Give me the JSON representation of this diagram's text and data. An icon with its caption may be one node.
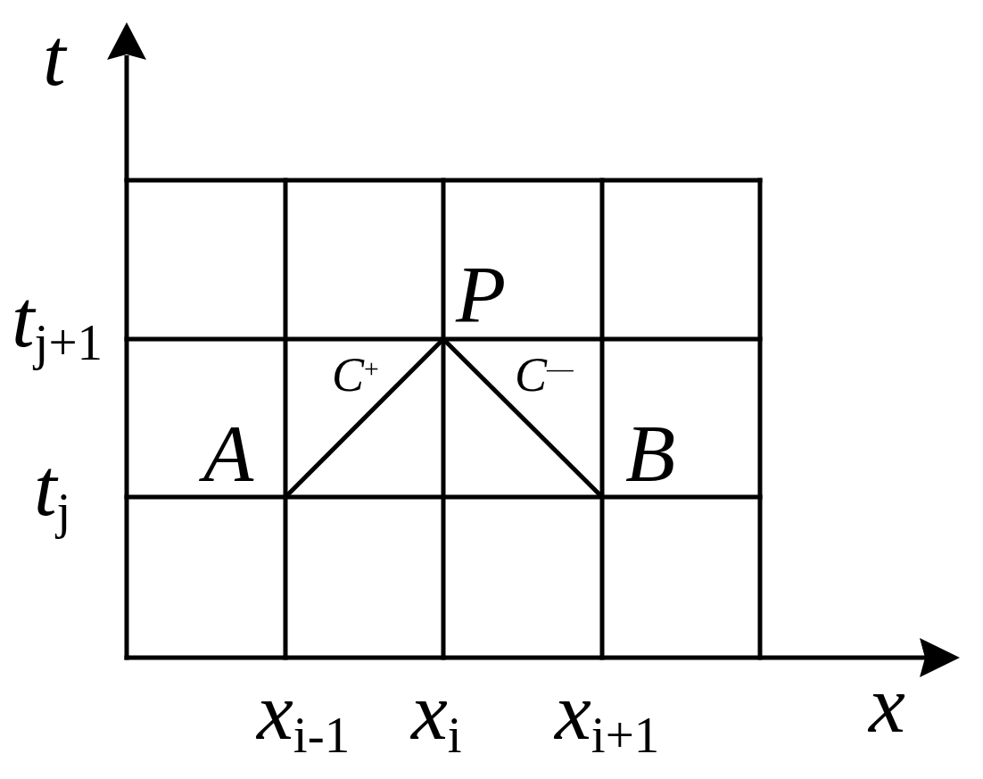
{
  "diagram": {
    "nodes": [
      {
        "text": [
          "P"
        ]
      },
      {
        "text": [
          "A"
        ]
      },
      {
        "text": [
          "B"
        ]
      }
    ],
    "edges": [
      {
        "from": 1,
        "to": 0,
        "arrow": "none",
        "label": "*C*$^{+}$"
      },
      {
        "from": 2,
        "to": 0,
        "arrow": "none",
        "label": "*C*$^{—}$"
      }
    ],
    "labels": [
      "t",
      "*t*$_{j+1}$",
      "*t*$_{j}$",
      "*x*$_{i-1}$",
      "*x*$_{i}$",
      "*x*$_{i+1}$",
      "x"
    ]
  }
}
